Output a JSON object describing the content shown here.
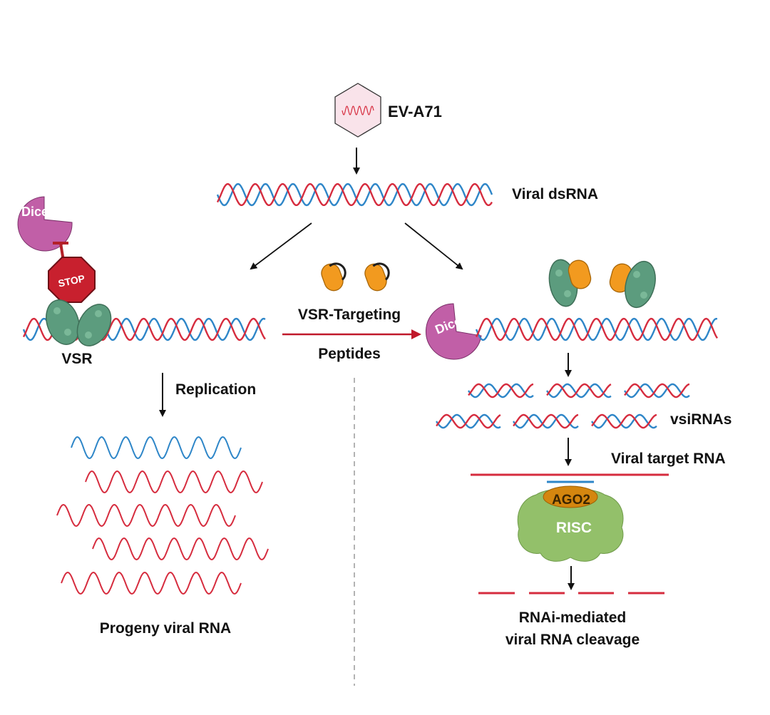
{
  "virus": {
    "name": "EV-A71"
  },
  "labels": {
    "viral_dsrna": "Viral dsRNA",
    "vsr": "VSR",
    "replication": "Replication",
    "progeny": "Progeny viral RNA",
    "peptides_line1": "VSR-Targeting",
    "peptides_line2": "Peptides",
    "vsirnas": "vsiRNAs",
    "viral_target_rna": "Viral target RNA",
    "ago2": "AGO2",
    "risc": "RISC",
    "cleavage_line1": "RNAi-mediated",
    "cleavage_line2": "viral RNA cleavage",
    "stop_sign": "STOP",
    "dicer_left": "Dicer",
    "dicer_right": "Dicer"
  },
  "colors": {
    "rna_blue": "#2e86c8",
    "rna_red": "#d62c3e",
    "dicer": "#c15fa7",
    "vsr_protein": "#5c9c7e",
    "peptide": "#f29a1f",
    "stop": "#c8202e",
    "risc": "#93c06a",
    "ago2": "#d4860f",
    "inhibition": "#b32028",
    "arrow": "#111111",
    "red_arrow": "#c0182a",
    "divider": "#9a9a9a",
    "virus_fill": "#f9e3ea"
  }
}
